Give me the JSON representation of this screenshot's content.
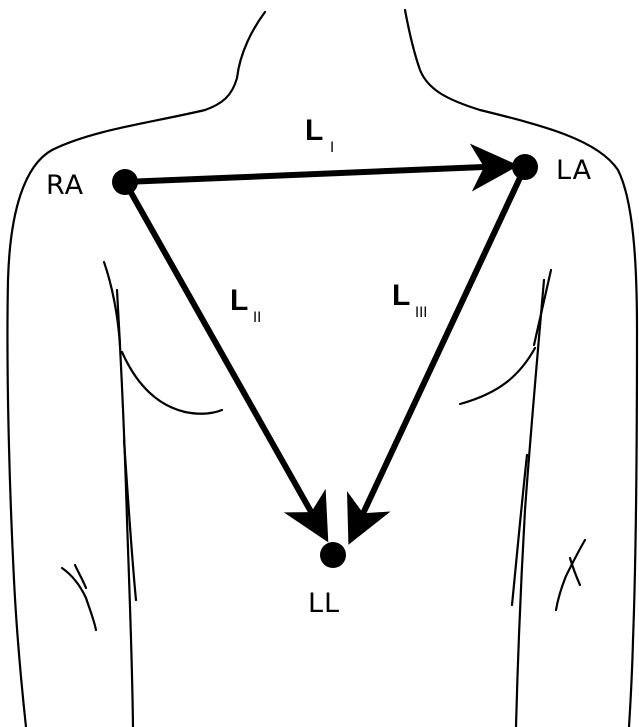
{
  "nodes": {
    "ra": {
      "label": "RA"
    },
    "la": {
      "label": "LA"
    },
    "ll": {
      "label": "LL"
    }
  },
  "leads": {
    "l1": {
      "base": "L",
      "sub": "I"
    },
    "l2": {
      "base": "L",
      "sub": "II"
    },
    "l3": {
      "base": "L",
      "sub": "III"
    }
  },
  "colors": {
    "ink": "#000000",
    "paper": "#ffffff"
  }
}
